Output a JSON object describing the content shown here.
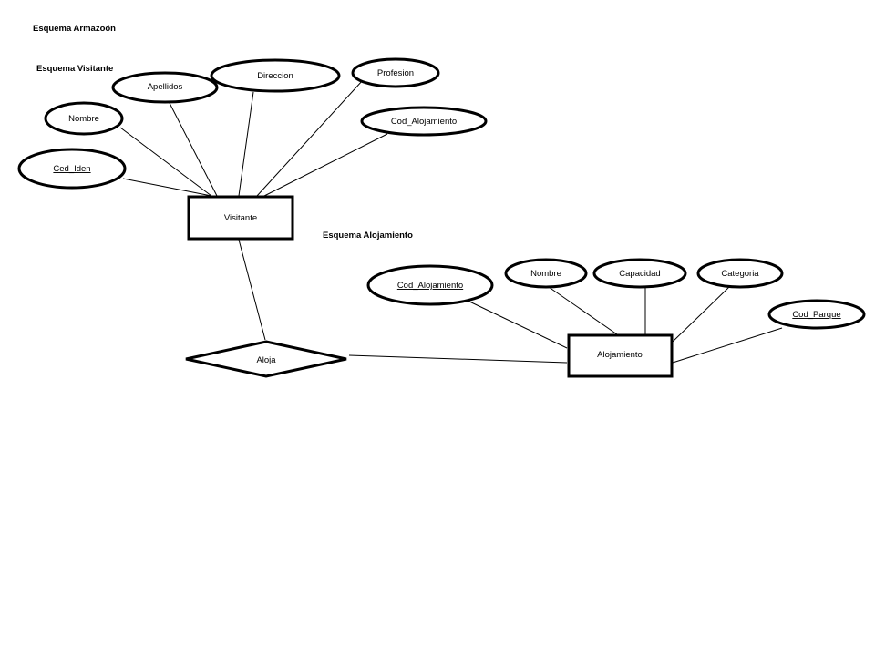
{
  "headings": {
    "main": "Esquema Armazoón",
    "visitante": "Esquema Visitante",
    "alojamiento": "Esquema Alojamiento"
  },
  "entities": {
    "visitante": "Visitante",
    "alojamiento": "Alojamiento"
  },
  "relationship": {
    "label": "Aloja"
  },
  "visitante_attributes": {
    "ced_iden": "Ced_Iden",
    "nombre": "Nombre",
    "apellidos": "Apellidos",
    "direccion": "Direccion",
    "profesion": "Profesion",
    "cod_alojamiento": "Cod_Alojamiento"
  },
  "alojamiento_attributes": {
    "cod_alojamiento": "Cod_Alojamiento",
    "nombre": "Nombre",
    "capacidad": "Capacidad",
    "categoria": "Categoria",
    "cod_parque": "Cod_Parque"
  }
}
